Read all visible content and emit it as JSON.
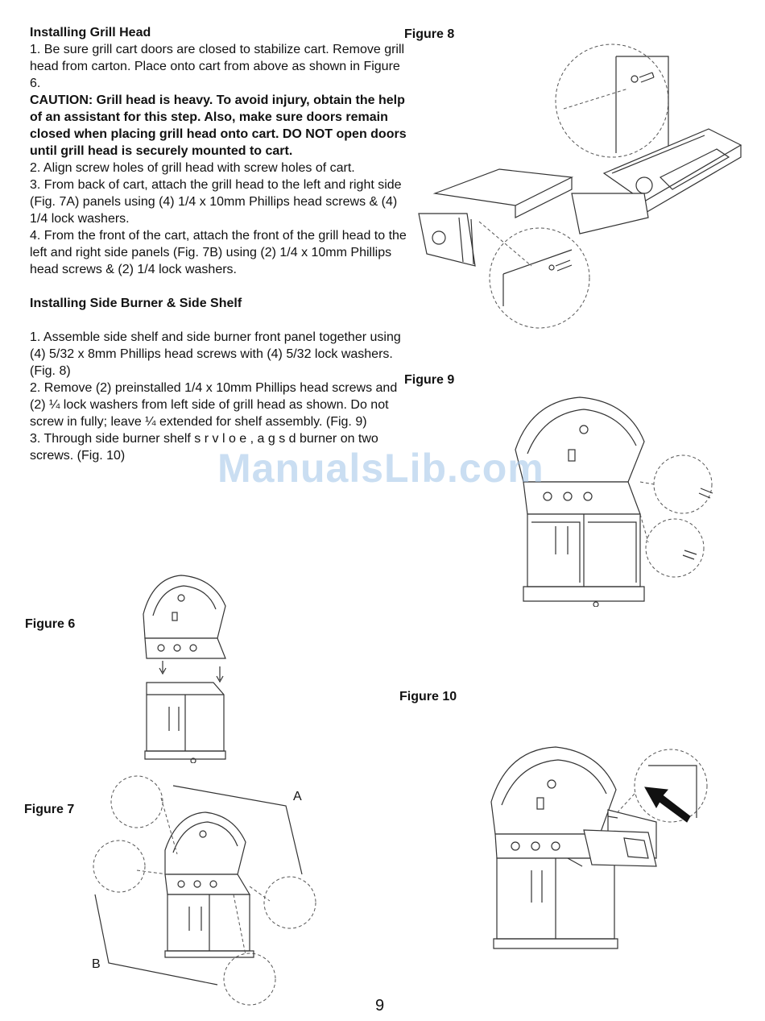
{
  "sections": {
    "grill_head": {
      "heading": "Installing Grill Head",
      "step1": "1. Be sure grill cart doors are closed to stabilize cart. Remove grill head from carton. Place onto cart from above as shown in Figure 6.",
      "caution": "CAUTION: Grill head is heavy. To avoid injury, obtain the help of an assistant for this step. Also, make sure doors remain closed when placing grill head onto cart. DO NOT open doors until grill head is securely mounted to cart.",
      "step2": "2. Align screw holes of grill head with screw holes of cart.",
      "step3": "3. From back of cart, attach the grill head to the left and right side (Fig. 7A) panels using (4) 1/4 x 10mm Phillips head screws & (4) 1/4 lock washers.",
      "step4": "4. From the front of the cart, attach the front of the grill head to the left and right side panels (Fig. 7B) using (2) 1/4 x 10mm Phillips head screws & (2) 1/4 lock washers."
    },
    "side_burner": {
      "heading": "Installing Side Burner & Side Shelf",
      "step1": "1. Assemble side shelf and side burner front panel together using (4) 5/32 x 8mm Phillips head screws with (4) 5/32 lock washers.  (Fig. 8)",
      "step2": "2. Remove (2) preinstalled  1/4 x 10mm Phillips head screws and (2) ¼ lock washers from left side of grill head as shown. Do not screw in fully; leave ¼ extended for shelf assembly. (Fig. 9)",
      "step3": "3. Through side burner shelf s  r  v  l  o  e  ,  a  g  s  d  burner on two screws.  (Fig. 10)"
    }
  },
  "figures": {
    "fig6": "Figure 6",
    "fig7": "Figure 7",
    "fig8": "Figure 8",
    "fig9": "Figure 9",
    "fig10": "Figure 10",
    "callout_a": "A",
    "callout_b": "B"
  },
  "watermark": "ManualsLib.com",
  "page_number": "9"
}
